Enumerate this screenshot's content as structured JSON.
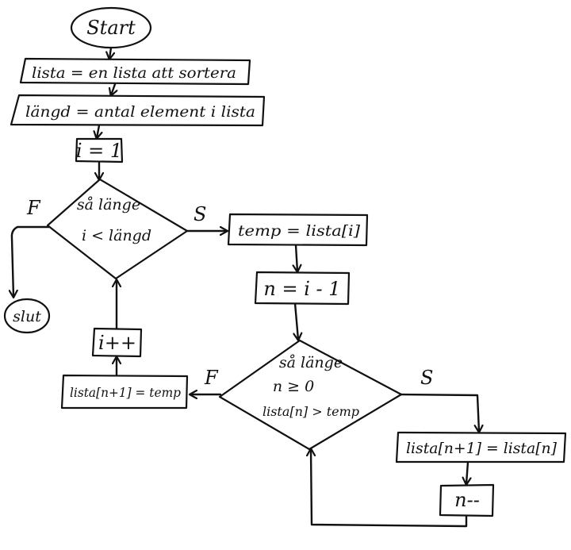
{
  "nodes": {
    "start": "Start",
    "lista_init": "lista = en lista att sortera",
    "langd_init": "längd = antal element i lista",
    "i_init": "i = 1",
    "loop1_line1": "så länge",
    "loop1_line2": "i < längd",
    "temp_assign": "temp = lista[i]",
    "n_assign": "n = i - 1",
    "loop2_line1": "så länge",
    "loop2_line2": "n ≥ 0",
    "loop2_line3": "lista[n] > temp",
    "shift_assign": "lista[n+1] = lista[n]",
    "n_decrement": "n--",
    "insert_assign": "lista[n+1] = temp",
    "i_increment": "i++",
    "end": "slut"
  },
  "edge_labels": {
    "loop1_true": "S",
    "loop1_false": "F",
    "loop2_true": "S",
    "loop2_false": "F"
  }
}
